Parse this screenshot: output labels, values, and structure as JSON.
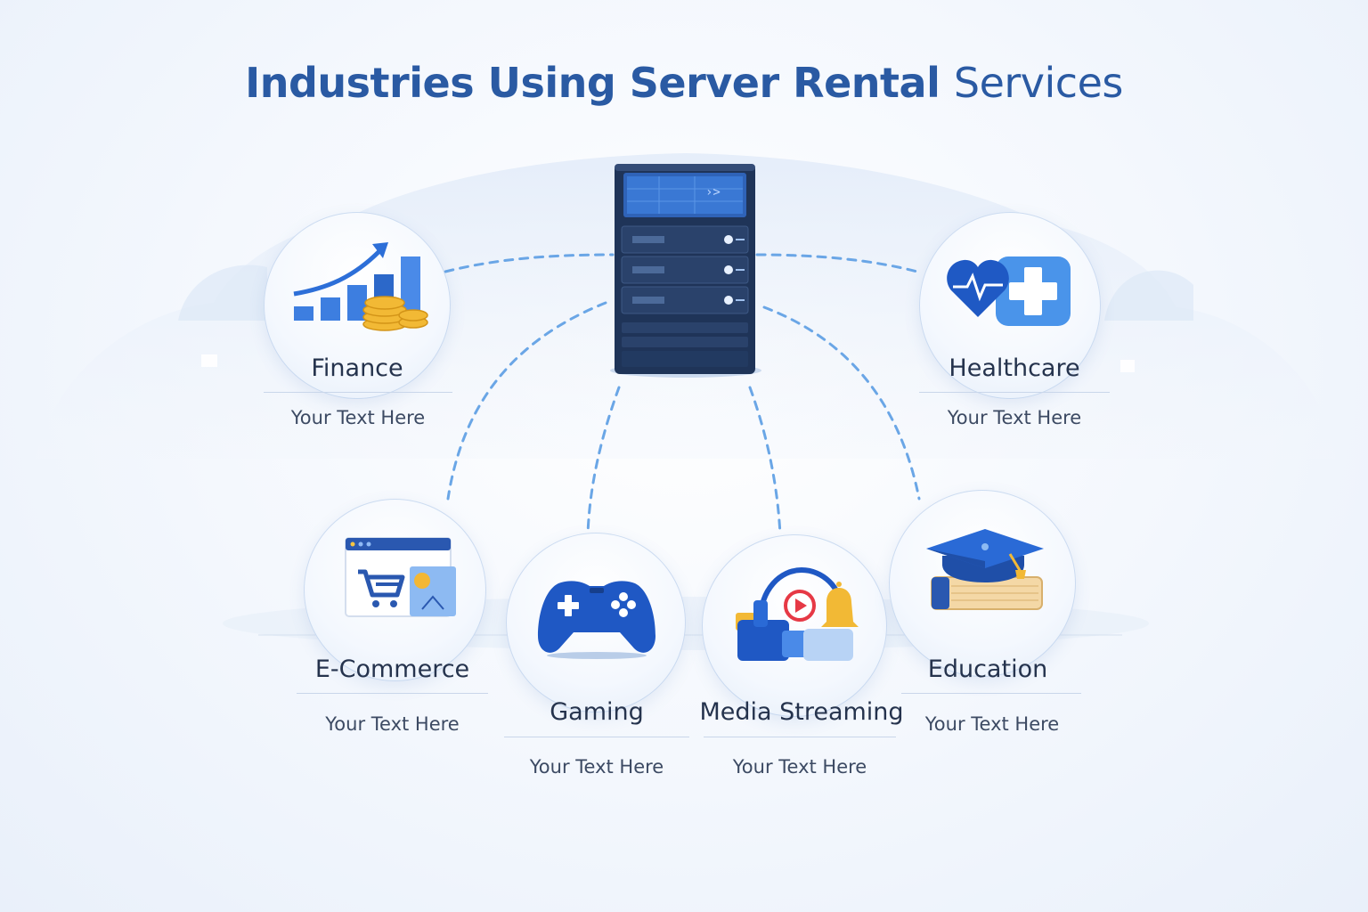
{
  "title": {
    "bold": "Industries Using Server Rental",
    "regular": "Services"
  },
  "industries": [
    {
      "label": "Finance",
      "text": "Your Text Here",
      "icon": "finance-chart-coins-icon"
    },
    {
      "label": "Healthcare",
      "text": "Your Text Here",
      "icon": "heart-medical-cross-icon"
    },
    {
      "label": "E-Commerce",
      "text": "Your Text Here",
      "icon": "browser-shopping-cart-icon"
    },
    {
      "label": "Gaming",
      "text": "Your Text Here",
      "icon": "gamepad-icon"
    },
    {
      "label": "Media Streaming",
      "text": "Your Text Here",
      "icon": "media-play-bell-icon"
    },
    {
      "label": "Education",
      "text": "Your Text Here",
      "icon": "graduation-cap-book-icon"
    }
  ],
  "hub": {
    "icon": "server-rack-icon"
  },
  "colors": {
    "title": "#2a5aa3",
    "accent": "#2f6fd6",
    "server": "#24385e",
    "connector": "#6aa6e6"
  }
}
